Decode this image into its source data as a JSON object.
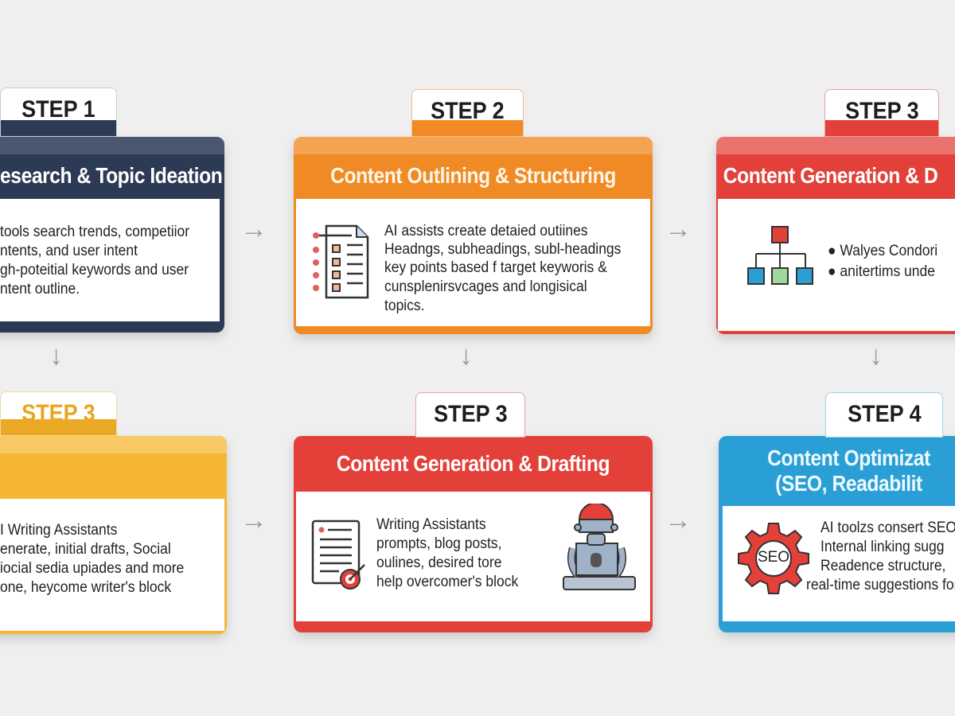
{
  "steps": [
    {
      "tab": "STEP 1",
      "title": "Research & Topic Ideation",
      "color": "#2d3a55",
      "lines": [
        "tools search trends, competiior",
        "ntents, and user intent",
        "gh-poteitial keywords and user",
        "ntent outline."
      ]
    },
    {
      "tab": "STEP 2",
      "title": "Content Outlining & Structuring",
      "color": "#f08a24",
      "lines": [
        "AI assists create detaied outiines",
        "Headngs, subheadings, subl-headings",
        "key points based f target keyworis &",
        "cunsplenirsvcages and longisical",
        "topics."
      ]
    },
    {
      "tab": "STEP 3",
      "title": "Content Generation & D",
      "color": "#e3403a",
      "bullets": [
        "Walyes Condori",
        "anitertims unde"
      ]
    },
    {
      "tab": "STEP 3",
      "title": "",
      "color": "#f5b731",
      "lines": [
        "I Writing Assistants",
        "enerate, initial drafts, Social",
        "iocial sedia upiades and more",
        "one, heycome writer's block"
      ]
    },
    {
      "tab": "STEP 3",
      "title": "Content Generation & Drafting",
      "color": "#e3403a",
      "lines": [
        "Writing Assistants",
        "prompts, blog posts,",
        "oulines, desired tore",
        "help overcomer's block"
      ]
    },
    {
      "tab": "STEP 4",
      "title": "Content Optimizat",
      "title2": "(SEO, Readabilit",
      "color": "#2a9fd6",
      "seo_label": "SEO",
      "lines": [
        "AI toolzs consert SEO",
        "Internal linking sugg",
        "Readence structure,",
        "real-time suggestions for"
      ]
    }
  ],
  "arrows": {
    "right": "→",
    "down": "↓"
  }
}
